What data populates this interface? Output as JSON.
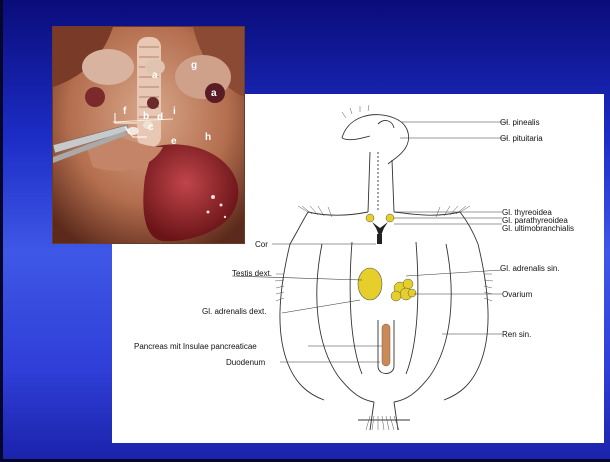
{
  "photo": {
    "letters": {
      "a1": "a",
      "a2": "a",
      "b": "b",
      "c": "c",
      "d": "d",
      "e": "e",
      "f": "f",
      "g": "g",
      "h": "h",
      "i": "i"
    }
  },
  "diagram": {
    "labels": {
      "pinealis": "Gl. pinealis",
      "pituitaria": "Gl. pituitaria",
      "thyreoidea": "Gl. thyreoidea",
      "parathyreoidea": "Gl. parathyreoidea",
      "ultimobranchialis": "Gl. ultimobranchialis",
      "cor": "Cor",
      "adrenalis_sin": "Gl. adrenalis sin.",
      "testis": "Testis dext.",
      "ovarium": "Ovarium",
      "adrenalis_dext": "Gl. adrenalis dext.",
      "ren_sin": "Ren sin.",
      "pancreas": "Pancreas mit Insulae pancreaticae",
      "duodenum": "Duodenum"
    },
    "colors": {
      "gland_yellow": "#e6cf2a",
      "pancreas_brown": "#c98a5a",
      "outline": "#333333"
    }
  }
}
